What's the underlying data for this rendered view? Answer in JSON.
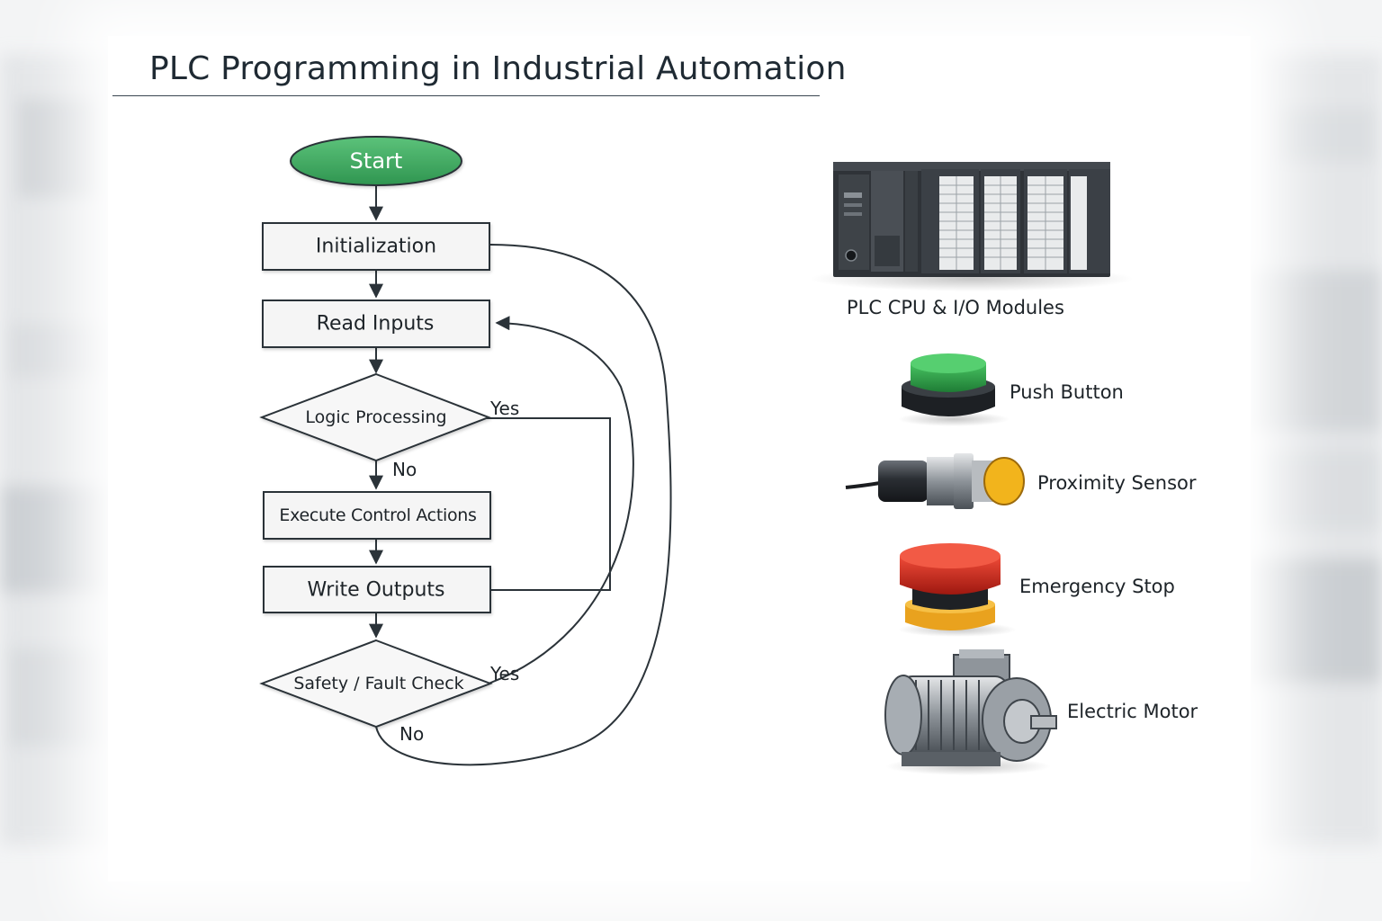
{
  "title": "PLC Programming in Industrial Automation",
  "flowchart": {
    "start": "Start",
    "initialization": "Initialization",
    "read_inputs": "Read Inputs",
    "logic_processing": "Logic Processing",
    "execute_control_actions": "Execute Control Actions",
    "write_outputs": "Write Outputs",
    "safety_fault_check": "Safety / Fault Check",
    "logic_yes": "Yes",
    "logic_no": "No",
    "safety_yes": "Yes",
    "safety_no": "No"
  },
  "components": {
    "plc": {
      "label": "PLC CPU & I/O Modules",
      "icon": "plc-rack-icon"
    },
    "push_button": {
      "label": "Push Button",
      "icon": "push-button-icon",
      "color": "#2e9a45"
    },
    "proximity_sensor": {
      "label": "Proximity Sensor",
      "icon": "proximity-sensor-icon",
      "color": "#f2b41c"
    },
    "emergency_stop": {
      "label": "Emergency Stop",
      "icon": "emergency-stop-icon",
      "color": "#d42a1e"
    },
    "electric_motor": {
      "label": "Electric Motor",
      "icon": "electric-motor-icon"
    }
  },
  "colors": {
    "start_fill": "#3fa85c",
    "box_fill": "#f5f5f5",
    "line": "#2b3339"
  }
}
